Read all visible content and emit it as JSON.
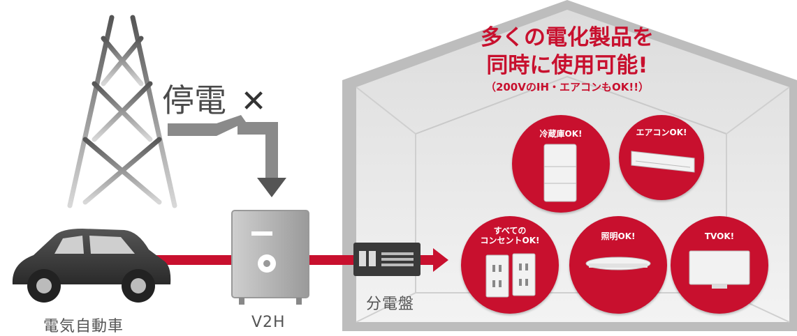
{
  "headline": {
    "line1": "多くの電化製品を",
    "line2": "同時に使用可能!",
    "note": "（200VのIH・エアコンもOK!!）"
  },
  "outage": {
    "text": "停電",
    "mark": "✕"
  },
  "labels": {
    "car": "電気自動車",
    "v2h": "V2H",
    "panel": "分電盤"
  },
  "appliances": [
    {
      "label": "冷蔵庫OK!",
      "icon": "refrigerator-icon"
    },
    {
      "label": "エアコンOK!",
      "icon": "air-conditioner-icon"
    },
    {
      "label_line1": "すべての",
      "label_line2": "コンセントOK!",
      "icon": "outlet-icon"
    },
    {
      "label": "照明OK!",
      "icon": "ceiling-light-icon"
    },
    {
      "label": "TVOK!",
      "icon": "tv-icon"
    }
  ],
  "colors": {
    "accent": "#c8102e",
    "house_wall": "#e6e6e6",
    "house_roof": "#b5b5b5",
    "car": "#3a3a3a",
    "tower": "#6f6f6f"
  }
}
